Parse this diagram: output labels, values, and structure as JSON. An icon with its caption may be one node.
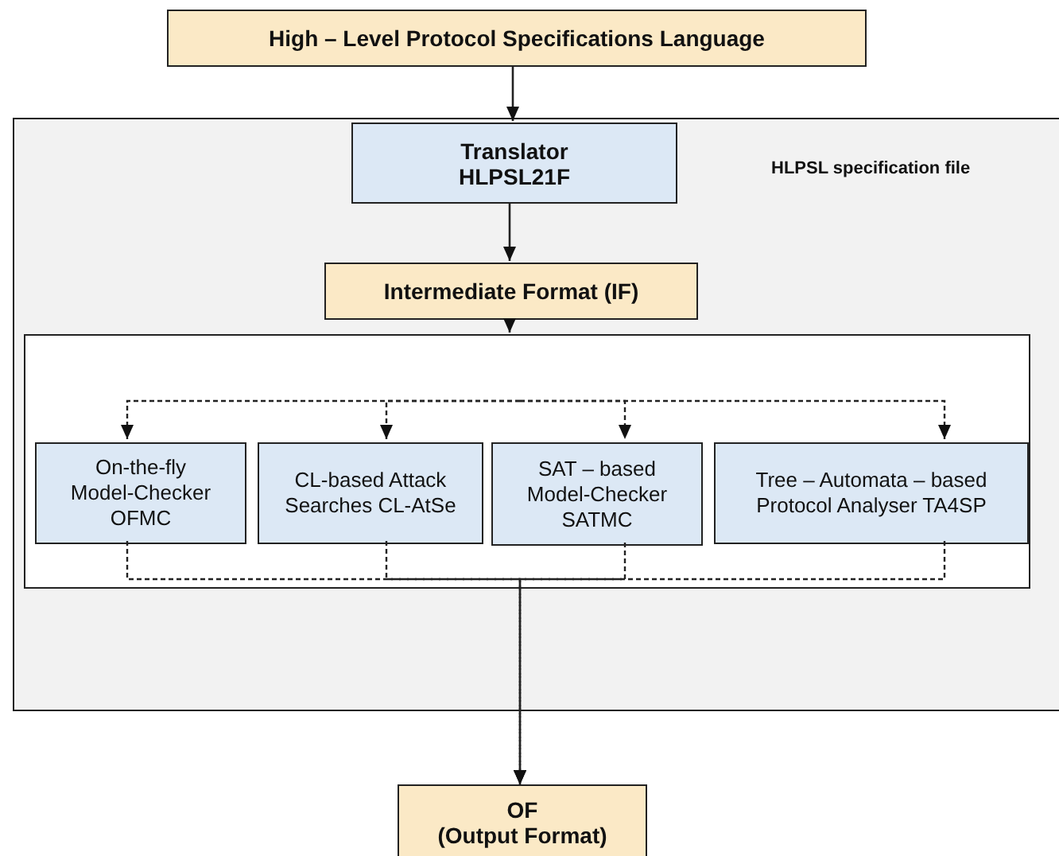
{
  "diagram": {
    "nodes": [
      {
        "text": [
          "High – Level Protocol Specifications Language"
        ]
      },
      {
        "text": [],
        "shape": "box"
      },
      {
        "text": [
          "Translator",
          "HLPSL21F"
        ],
        "in": 1
      },
      {
        "text": [
          "Intermediate Format (IF)"
        ],
        "in": 1
      },
      {
        "text": [],
        "shape": "box",
        "in": 1
      },
      {
        "text": [
          "On-the-fly Model-Checker OFMC"
        ],
        "in": 4
      },
      {
        "text": [
          "CL-based Attack Searches CL-AtSe"
        ],
        "in": 4
      },
      {
        "text": [
          "SAT – based Model-Checker SATMC"
        ],
        "in": 4
      },
      {
        "text": [
          "Tree – Automata – based Protocol Analyser TA4SP"
        ],
        "in": 4
      },
      {
        "text": [
          "OF",
          "(Output Format)"
        ]
      }
    ],
    "edges": [
      {
        "from": 0,
        "to": 2,
        "arrow": "to"
      },
      {
        "from": 2,
        "to": 3,
        "arrow": "to"
      },
      {
        "from": 3,
        "to": 4,
        "arrow": "to"
      },
      {
        "from": null,
        "to": 5,
        "arrow": "to",
        "style": "dashed"
      },
      {
        "from": null,
        "to": 6,
        "arrow": "to",
        "style": "dashed"
      },
      {
        "from": null,
        "to": 7,
        "arrow": "to",
        "style": "dashed"
      },
      {
        "from": null,
        "to": 8,
        "arrow": "to",
        "style": "dashed"
      },
      {
        "from": 5,
        "to": 9,
        "arrow": "to",
        "style": "dashed"
      },
      {
        "from": 6,
        "to": 9,
        "arrow": "to",
        "style": "dashed"
      },
      {
        "from": 7,
        "to": 9,
        "arrow": "to",
        "style": "dashed"
      },
      {
        "from": 8,
        "to": 9,
        "arrow": "to",
        "style": "dashed"
      }
    ],
    "labels": [
      "HLPSL specification file"
    ]
  }
}
